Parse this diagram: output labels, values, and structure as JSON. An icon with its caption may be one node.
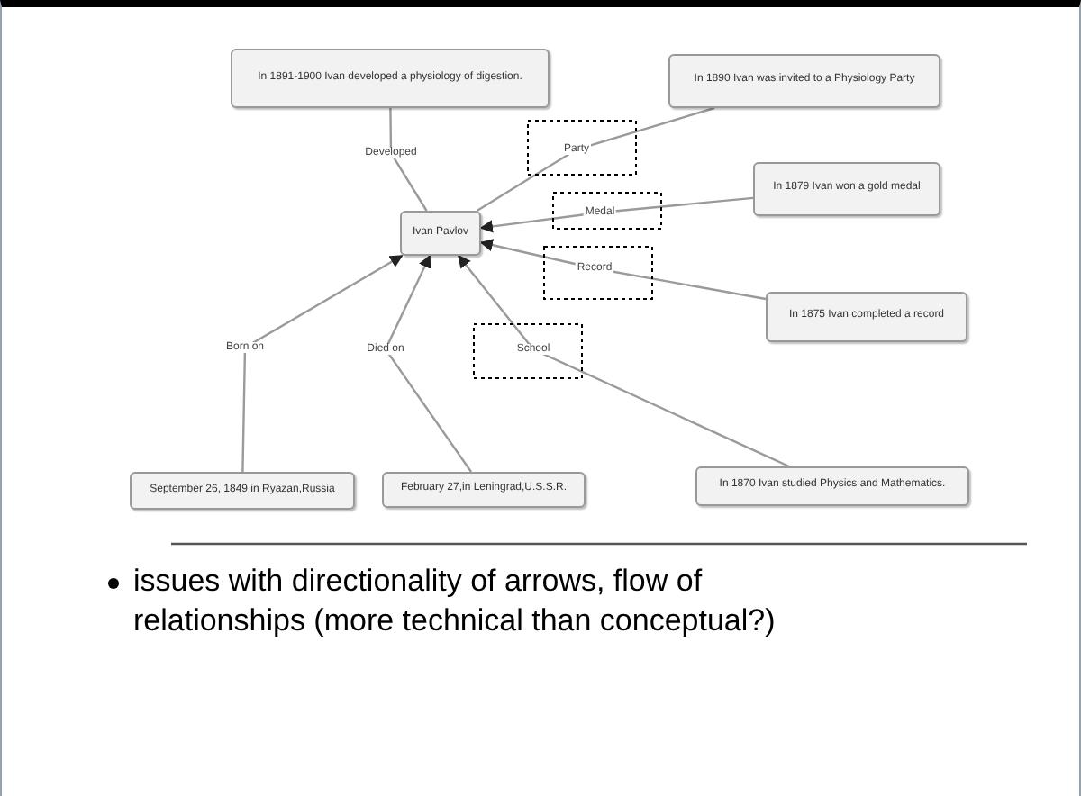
{
  "diagram": {
    "nodes": [
      {
        "text": [
          "In 1891-1900 Ivan developed a physiology of digestion."
        ]
      },
      {
        "text": [
          "In 1890 Ivan was invited to a Physiology Party"
        ]
      },
      {
        "text": [
          "In 1879 Ivan won a gold medal"
        ]
      },
      {
        "text": [
          "Ivan Pavlov"
        ]
      },
      {
        "text": [
          "In 1875 Ivan completed a record"
        ]
      },
      {
        "text": [
          "September 26, 1849 in Ryazan,Russia"
        ]
      },
      {
        "text": [
          "February 27,in Leningrad,U.S.S.R."
        ]
      },
      {
        "text": [
          "In 1870 Ivan studied Physics and Mathematics."
        ]
      }
    ],
    "edges": [
      {
        "from": 0,
        "to": 3,
        "arrow": "none",
        "label": "Developed"
      },
      {
        "from": 1,
        "to": 3,
        "arrow": "none",
        "label": "Party"
      },
      {
        "from": 2,
        "to": 3,
        "arrow": "to",
        "label": "Medal"
      },
      {
        "from": 4,
        "to": 3,
        "arrow": "to",
        "label": "Record"
      },
      {
        "from": 7,
        "to": 3,
        "arrow": "to",
        "label": "School"
      },
      {
        "from": 5,
        "to": 3,
        "arrow": "to",
        "label": "Born on"
      },
      {
        "from": 6,
        "to": 3,
        "arrow": "to",
        "label": "Died on"
      }
    ],
    "labels": [
      "issues with directionality of arrows, flow of relationships (more technical than conceptual?)"
    ]
  }
}
